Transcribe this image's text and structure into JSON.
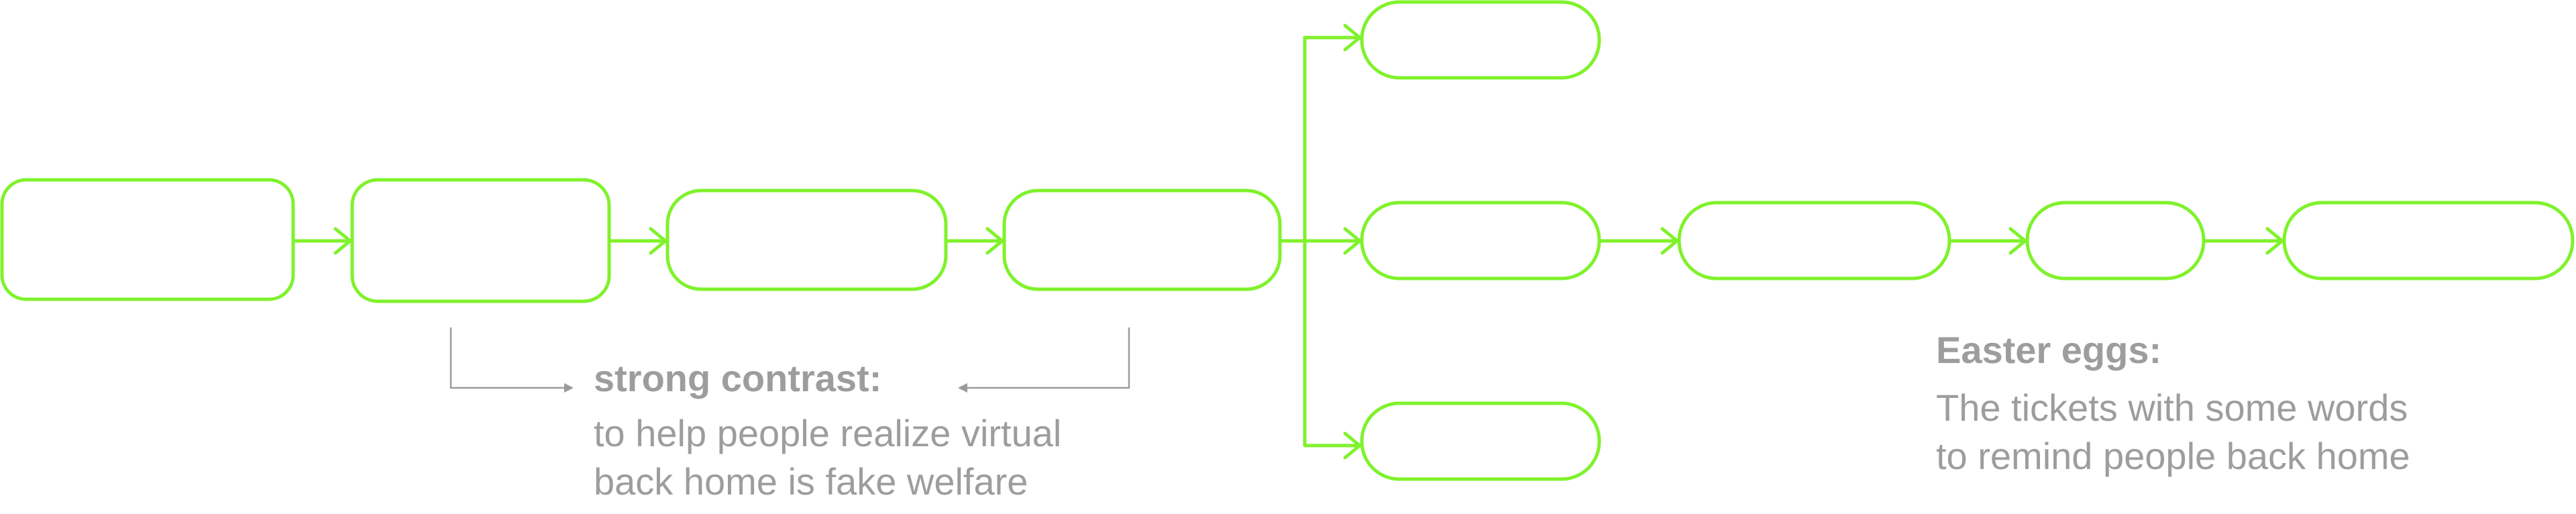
{
  "colors": {
    "flow": "#7ff22b",
    "note_text": "#9d9d9d",
    "note_line": "#9a9a9a",
    "background": "#ffffff"
  },
  "annotations": {
    "contrast": {
      "title": "strong contrast:",
      "lines": [
        "to help people realize virtual",
        "back home is fake welfare"
      ]
    },
    "easter": {
      "title": "Easter eggs:",
      "lines": [
        "The tickets with some words",
        "to remind people back home"
      ]
    }
  }
}
